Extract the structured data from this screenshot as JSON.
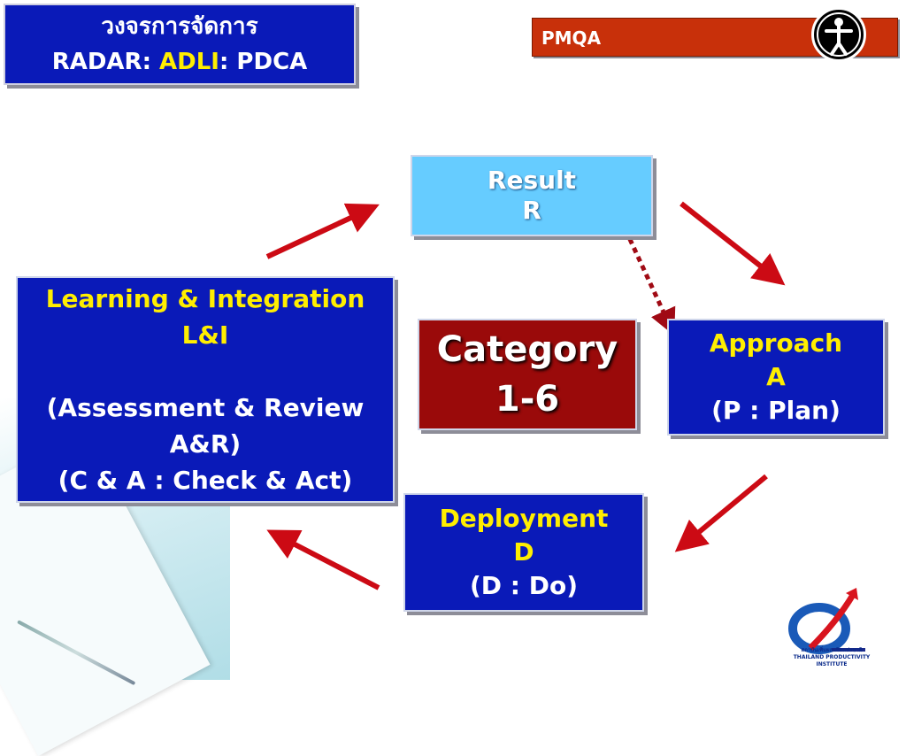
{
  "header": {
    "title_line1": "วงจรการจัดการ",
    "title_line2_prefix": "RADAR: ",
    "title_line2_highlight": "ADLI",
    "title_line2_suffix": ": PDCA",
    "brand_label": "PMQA"
  },
  "diagram": {
    "result": {
      "line1": "Result",
      "line2": "R"
    },
    "approach": {
      "line1": "Approach",
      "line2": "A",
      "line3": "(P : Plan)"
    },
    "deployment": {
      "line1": "Deployment",
      "line2": "D",
      "line3": "(D : Do)"
    },
    "learning": {
      "line1": "Learning & Integration",
      "line2": "L&I",
      "line3": "(Assessment & Review",
      "line4": "A&R)",
      "line5": "(C & A : Check & Act)"
    },
    "center": {
      "line1": "Category",
      "line2": "1-6"
    }
  },
  "footer": {
    "logo_caption_thai": "สถาบันเพิ่มผลผลิตแห่งชาติ",
    "logo_caption_en": "THAILAND PRODUCTIVITY INSTITUTE"
  },
  "colors": {
    "box_blue": "#0a1ab8",
    "result_cyan": "#66ccff",
    "category_red": "#9a0a0a",
    "arrow_red": "#cc0a14",
    "brand_bar": "#c8300a",
    "highlight_yellow": "#ffee00"
  },
  "icons": [
    "vitruvian-man-icon",
    "tpi-logo-icon"
  ]
}
